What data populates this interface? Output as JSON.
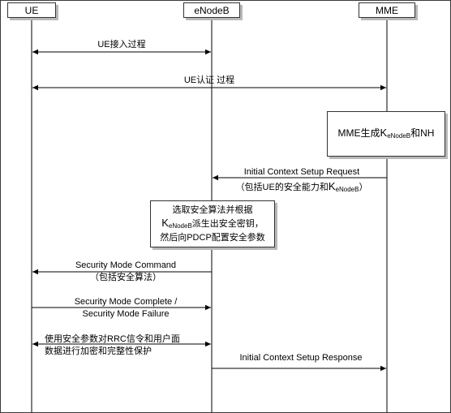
{
  "entities": {
    "ue": "UE",
    "enodeb": "eNodeB",
    "mme": "MME"
  },
  "messages": {
    "ue_attach": "UE接入过程",
    "ue_auth": "UE认证 过程",
    "ics_request": "Initial Context Setup Request",
    "ics_request_note_pre": "（包括UE的安全能力和",
    "ics_request_note_k": "K",
    "ics_request_note_sub": "eNodeB",
    "ics_request_note_post": "）",
    "smc": "Security Mode Command",
    "smc_note": "（包括安全算法）",
    "sm_complete": "Security Mode Complete /",
    "sm_failure": "Security Mode Failure",
    "protect_line1": "使用安全参数对RRC信令和用户面",
    "protect_line2": "数据进行加密和完整性保护",
    "ics_response": "Initial Context Setup Response"
  },
  "boxes": {
    "mme_gen_pre": "MME生成",
    "mme_gen_k": "K",
    "mme_gen_sub": "eNodeB",
    "mme_gen_post": "和NH",
    "enb_line1": "选取安全算法并根据",
    "enb_line2_k": "K",
    "enb_line2_sub": "eNodeB",
    "enb_line2_post": "派生出安全密钥，",
    "enb_line3": "然后向PDCP配置安全参数"
  }
}
